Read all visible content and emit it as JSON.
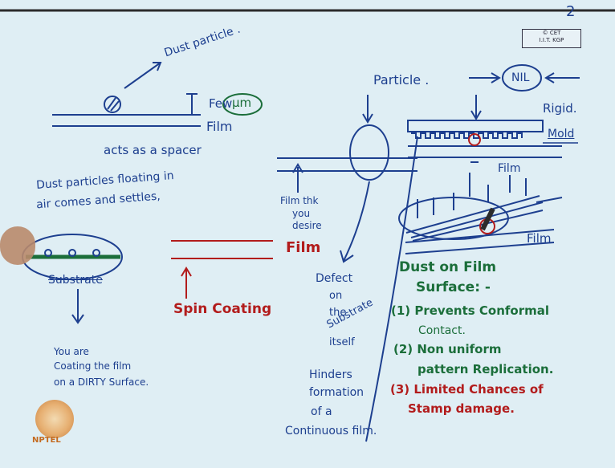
{
  "header": {
    "page_number": "2",
    "stamp_line1": "© CET",
    "stamp_line2": "I.I.T. KGP"
  },
  "left_notes": {
    "dust_particle": "Dust particle .",
    "few_um": "Few",
    "um_unit": "μm",
    "film": "Film",
    "acts_as_spacer": "acts as a spacer",
    "floating_1": "Dust particles floating in",
    "floating_2": "air comes and settles,",
    "substrate": "Substrate",
    "coating_1": "You are",
    "coating_2": "Coating the film",
    "coating_3": "on a DIRTY Surface."
  },
  "middle_notes": {
    "film_red": "Film",
    "spin_coating": "Spin Coating",
    "particle": "Particle .",
    "film_thk_1": "Film thk",
    "film_thk_2": "you",
    "film_thk_3": "desire",
    "defect_1": "Defect",
    "defect_2": "on",
    "defect_3": "the",
    "defect_4": "Substrate",
    "defect_5": "itself",
    "hinders_1": "Hinders",
    "hinders_2": "formation",
    "hinders_3": "of a",
    "hinders_4": "Continuous film."
  },
  "right_notes": {
    "nil": "NIL",
    "rigid": "Rigid.",
    "mold": "Mold",
    "film_top": "Film",
    "film_bottom": "Film",
    "dust_heading_1": "Dust on Film",
    "dust_heading_2": "Surface: -",
    "point1_a": "(1) Prevents Conformal",
    "point1_b": "Contact.",
    "point2_a": "(2) Non uniform",
    "point2_b": "pattern Replication.",
    "point3_a": "(3) Limited Chances of",
    "point3_b": "Stamp damage."
  },
  "branding": {
    "logo_text": "NPTEL"
  }
}
